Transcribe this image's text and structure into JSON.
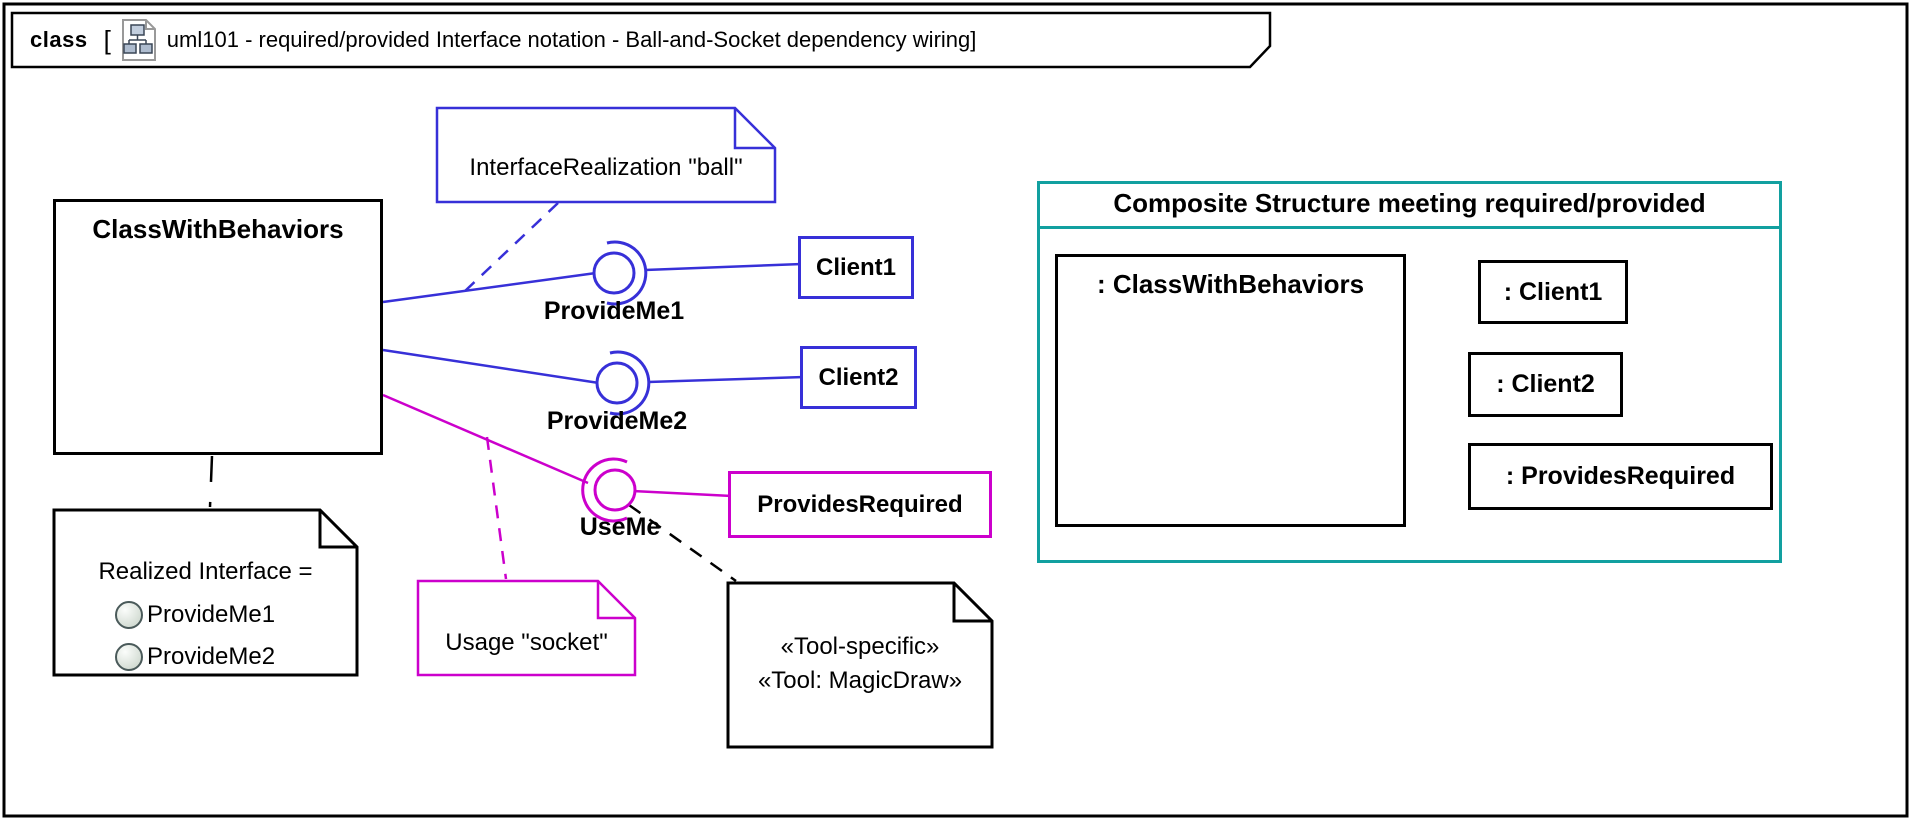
{
  "header": {
    "keyword": "class",
    "bracket": "[",
    "icon": "class-diagram-icon",
    "title": "uml101 - required/provided Interface notation - Ball-and-Socket dependency wiring]"
  },
  "left_diagram": {
    "class_box": {
      "name": "ClassWithBehaviors"
    },
    "interfaces": [
      {
        "name": "ProvideMe1",
        "kind": "ball",
        "client": "Client1"
      },
      {
        "name": "ProvideMe2",
        "kind": "ball",
        "client": "Client2"
      },
      {
        "name": "UseMe",
        "kind": "socket",
        "client": "ProvidesRequired"
      }
    ],
    "notes": {
      "ball_note": "InterfaceRealization \"ball\"",
      "realized_note": {
        "title": "Realized Interface =",
        "items": [
          "ProvideMe1",
          "ProvideMe2"
        ],
        "item_icon": "interface-ball-icon"
      },
      "socket_note": "Usage \"socket\"",
      "tool_note": {
        "line1": "«Tool-specific»",
        "line2": "«Tool: MagicDraw»"
      }
    }
  },
  "composite": {
    "title": "Composite Structure meeting required/provided",
    "part": ": ClassWithBehaviors",
    "clients": [
      ": Client1",
      ": Client2",
      ": ProvidesRequired"
    ]
  },
  "colors": {
    "realization_blue": "#3730d8",
    "usage_magenta": "#cc00cc",
    "composite_teal": "#12A0A0",
    "line_black": "#000000"
  }
}
